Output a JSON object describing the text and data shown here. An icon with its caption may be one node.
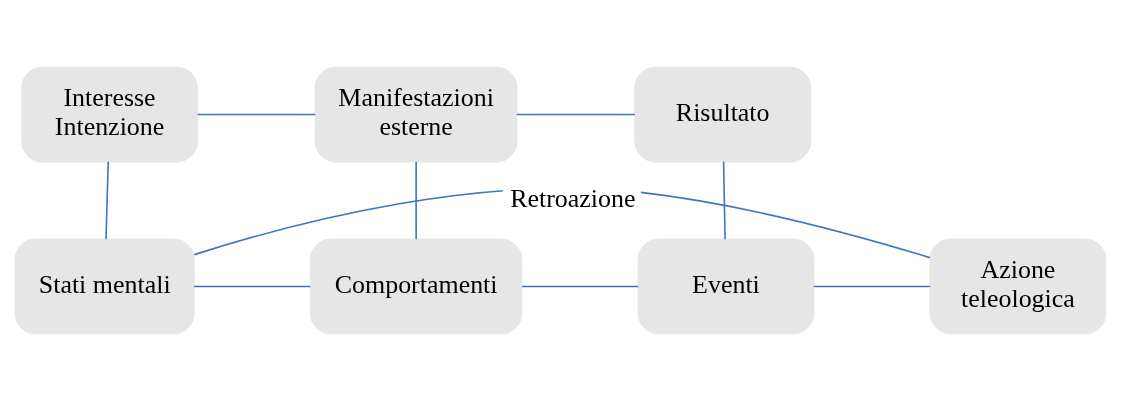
{
  "diagram": {
    "nodes": [
      {
        "text": [
          "Interesse Intenzione"
        ]
      },
      {
        "text": [
          "Manifestazioni esterne"
        ]
      },
      {
        "text": [
          "Risultato"
        ]
      },
      {
        "text": [
          "Stati mentali"
        ]
      },
      {
        "text": [
          "Comportamenti"
        ]
      },
      {
        "text": [
          "Eventi"
        ]
      },
      {
        "text": [
          "Azione teleologica"
        ]
      }
    ],
    "edges": [
      {
        "from": 0,
        "to": 1,
        "arrow": "none"
      },
      {
        "from": 1,
        "to": 2,
        "arrow": "none"
      },
      {
        "from": 0,
        "to": 3,
        "arrow": "none"
      },
      {
        "from": 1,
        "to": 4,
        "arrow": "none"
      },
      {
        "from": 2,
        "to": 5,
        "arrow": "none"
      },
      {
        "from": 3,
        "to": 4,
        "arrow": "none"
      },
      {
        "from": 4,
        "to": 5,
        "arrow": "none"
      },
      {
        "from": 5,
        "to": 6,
        "arrow": "none"
      },
      {
        "from": 3,
        "to": 6,
        "arrow": "none",
        "label": "Retroazione"
      }
    ]
  }
}
